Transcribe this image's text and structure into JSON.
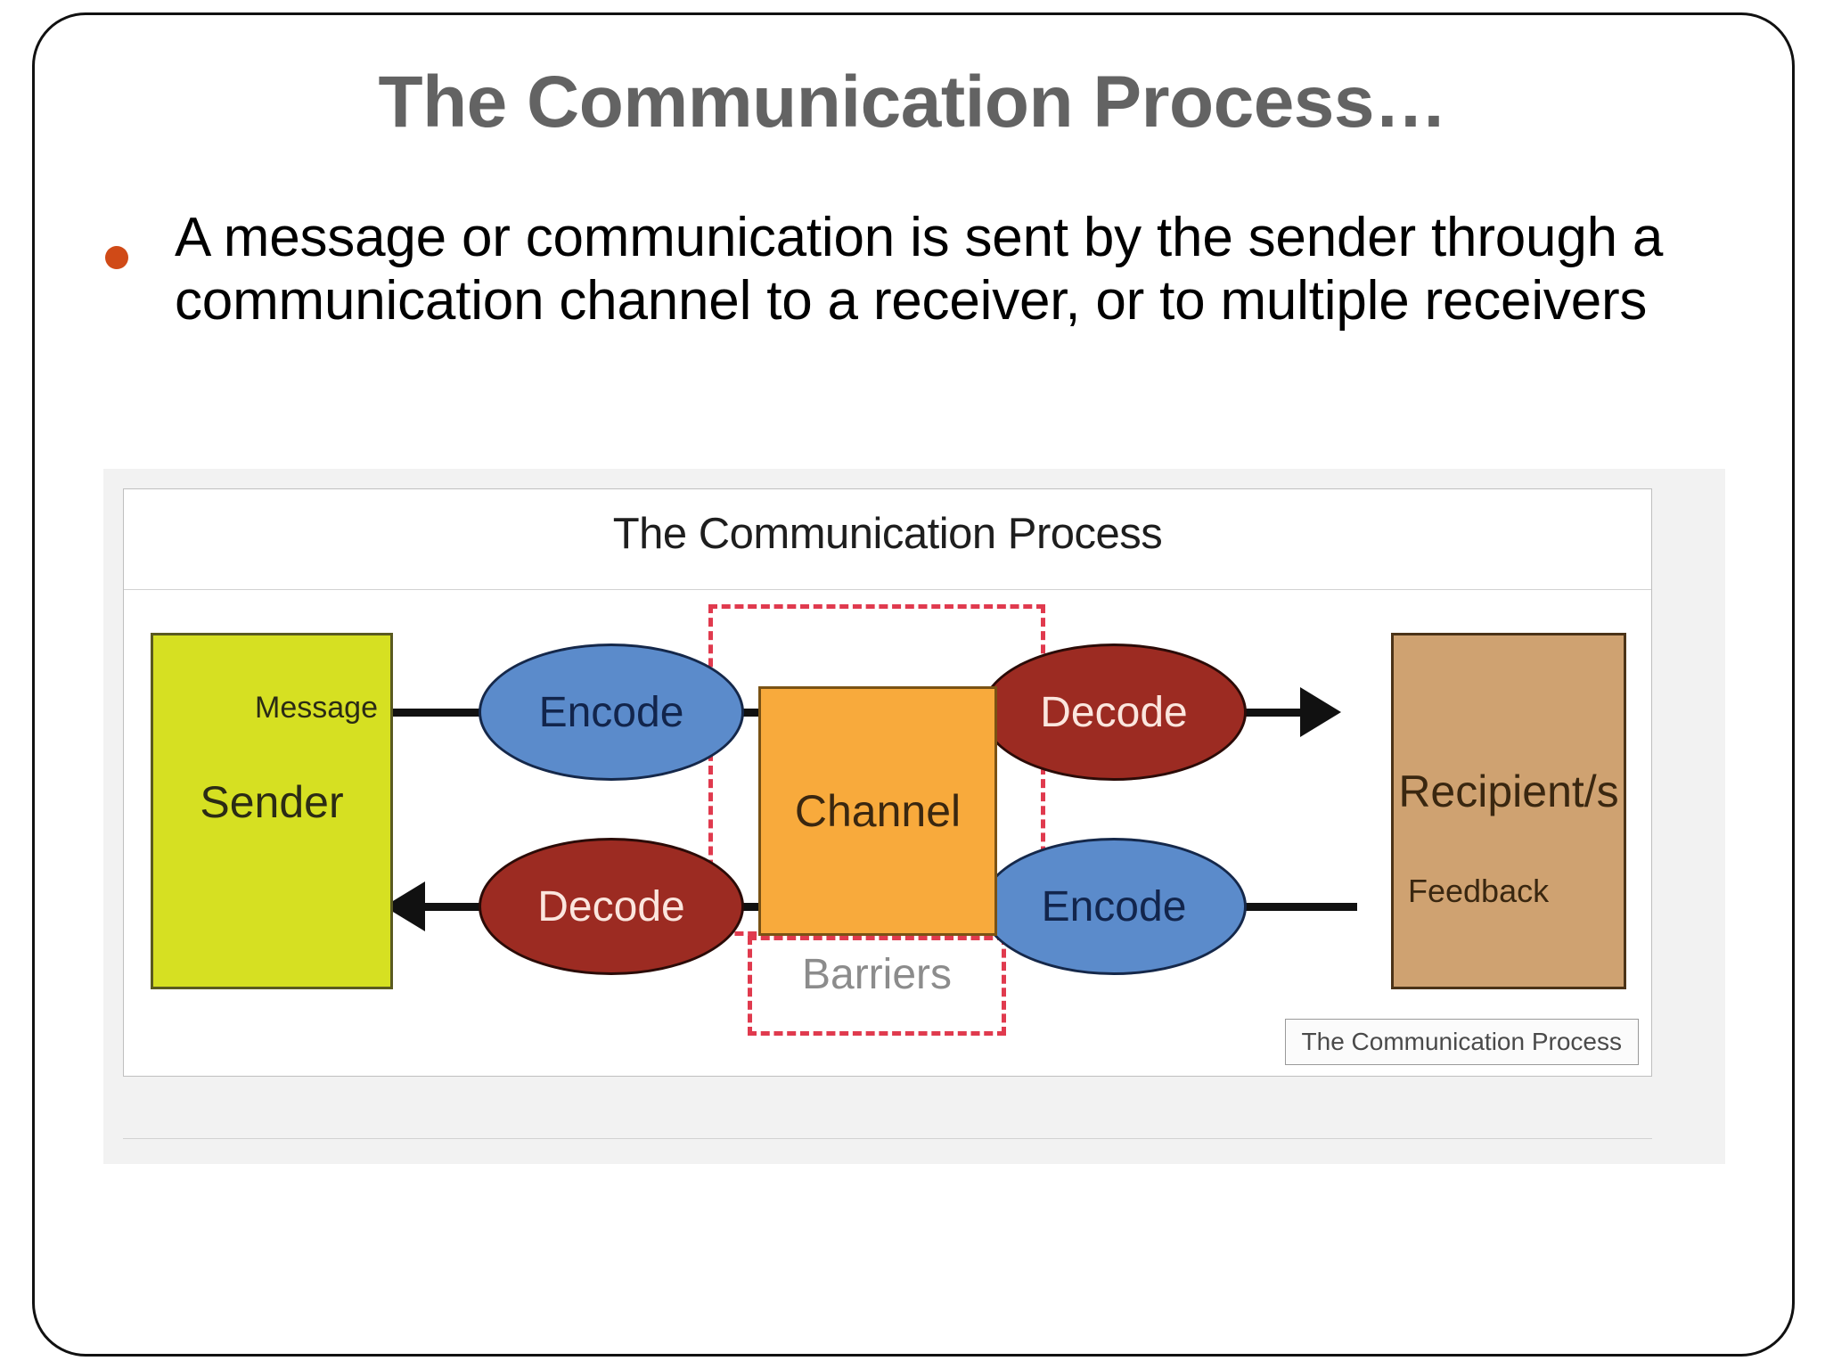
{
  "slide": {
    "title": "The Communication Process…",
    "bullets": [
      "A message or communication is sent by the sender through a communication channel to a receiver, or to multiple receivers"
    ]
  },
  "diagram": {
    "heading": "The Communication Process",
    "caption": "The Communication Process",
    "nodes": {
      "sender_box": {
        "title": "Sender",
        "label": "Message",
        "fill": "#D6E022",
        "stroke": "#5A5A20"
      },
      "recipient_box": {
        "title": "Recipient/s",
        "label": "Feedback",
        "fill": "#CFA271",
        "stroke": "#4B3318"
      },
      "channel_box": {
        "title": "Channel",
        "fill": "#F8AA3C",
        "stroke": "#7A5214"
      },
      "encode_top": {
        "label": "Encode",
        "fill": "#5B8BCB",
        "text_color": "#12254C"
      },
      "decode_top": {
        "label": "Decode",
        "fill": "#9C2B22",
        "text_color": "#FBE6DE"
      },
      "decode_bottom": {
        "label": "Decode",
        "fill": "#9C2B22",
        "text_color": "#FBE6DE"
      },
      "encode_bottom": {
        "label": "Encode",
        "fill": "#5B8BCB",
        "text_color": "#12254C"
      },
      "barriers": {
        "label": "Barriers",
        "stroke": "#E03A4E",
        "text_color": "#8C8C8C"
      }
    }
  },
  "theme": {
    "title_color": "#636363",
    "bullet_color": "#D04A17",
    "body_color": "#000000",
    "panel_bg": "#F2F2F2",
    "border_color": "#111111"
  }
}
